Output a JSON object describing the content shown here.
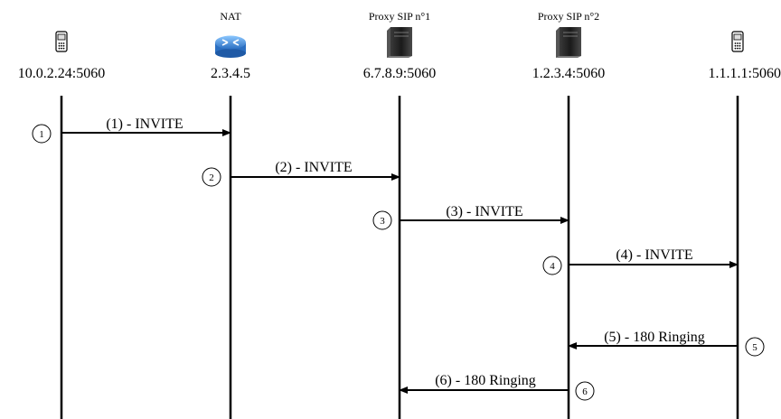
{
  "entities": [
    {
      "id": "phone-a",
      "icon": "mobile-phone-icon",
      "top_label": "",
      "address": "10.0.2.24:5060"
    },
    {
      "id": "nat",
      "icon": "router-icon",
      "top_label": "NAT",
      "address": "2.3.4.5"
    },
    {
      "id": "proxy1",
      "icon": "server-icon",
      "top_label": "Proxy SIP n°1",
      "address": "6.7.8.9:5060"
    },
    {
      "id": "proxy2",
      "icon": "server-icon",
      "top_label": "Proxy SIP n°2",
      "address": "1.2.3.4:5060"
    },
    {
      "id": "phone-b",
      "icon": "mobile-phone-icon",
      "top_label": "",
      "address": "1.1.1.1:5060"
    }
  ],
  "messages": [
    {
      "step": "1",
      "label": "(1) - INVITE",
      "from": 0,
      "to": 1
    },
    {
      "step": "2",
      "label": "(2) - INVITE",
      "from": 1,
      "to": 2
    },
    {
      "step": "3",
      "label": "(3) - INVITE",
      "from": 2,
      "to": 3
    },
    {
      "step": "4",
      "label": "(4) - INVITE",
      "from": 3,
      "to": 4
    },
    {
      "step": "5",
      "label": "(5) - 180 Ringing",
      "from": 4,
      "to": 3
    },
    {
      "step": "6",
      "label": "(6) - 180 Ringing",
      "from": 3,
      "to": 2
    }
  ],
  "colors": {
    "line": "#000000",
    "router_body": "#4a90d9",
    "router_light": "#9cd0ff",
    "server_dark": "#1c1c1c",
    "server_light": "#6b6b6b"
  }
}
